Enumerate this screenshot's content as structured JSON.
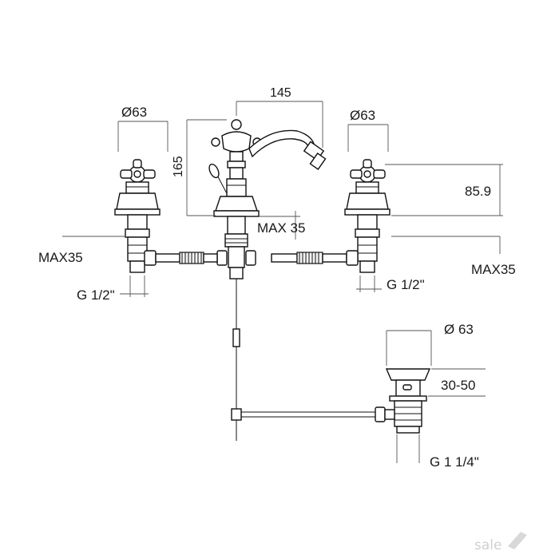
{
  "labels": {
    "left_valve_diameter": "Ø63",
    "right_valve_diameter": "Ø63",
    "spout_reach": "145",
    "spout_height": "165",
    "valve_height": "85.9",
    "center_max": "MAX 35",
    "left_max": "MAX35",
    "right_max": "MAX35",
    "left_thread": "G 1/2\"",
    "right_thread": "G 1/2\"",
    "drain_diameter": "Ø 63",
    "drain_range": "30-50",
    "drain_thread": "G 1 1/4\""
  },
  "watermark": "sale"
}
